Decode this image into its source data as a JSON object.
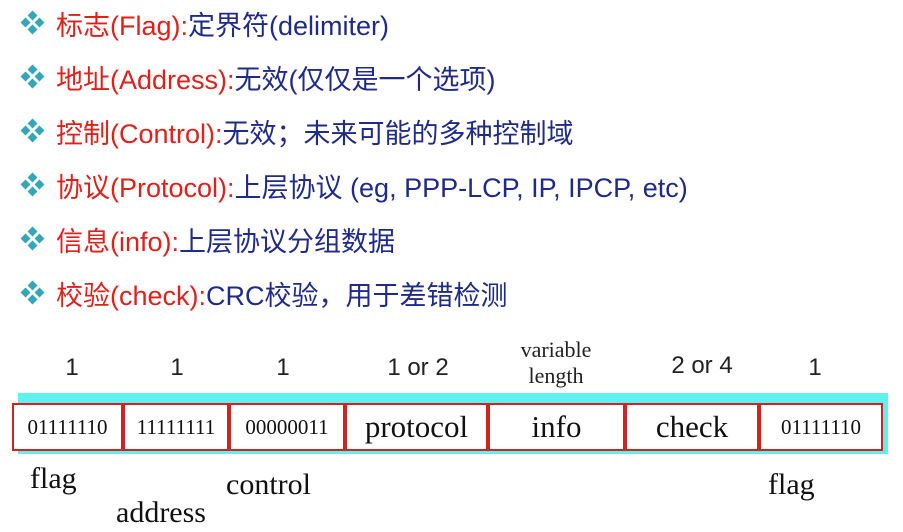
{
  "bullets": [
    {
      "term": "标志(Flag):",
      "desc": " 定界符(delimiter)"
    },
    {
      "term": "地址(Address):",
      "desc": "  无效(仅仅是一个选项)"
    },
    {
      "term": "控制(Control):",
      "desc": " 无效；未来可能的多种控制域"
    },
    {
      "term": "协议(Protocol):",
      "desc": " 上层协议 (eg, PPP-LCP, IP, IPCP, etc)"
    },
    {
      "term": "信息(info):",
      "desc": " 上层协议分组数据"
    },
    {
      "term": "校验(check):",
      "desc": "  CRC校验，用于差错检测"
    }
  ],
  "frame": {
    "sizes": [
      "1",
      "1",
      "1",
      "1 or 2",
      "variable length",
      "2 or 4",
      "1"
    ],
    "fields": [
      "01111110",
      "11111111",
      "00000011",
      "protocol",
      "info",
      "check",
      "01111110"
    ],
    "labels": {
      "flag_left": "flag",
      "address": "address",
      "control": "control",
      "flag_right": "flag"
    }
  },
  "colors": {
    "bullet_icon": "#33a6b8",
    "term": "#e0201b",
    "desc": "#1f2a8a",
    "field_border": "#d22222",
    "frame_bg": "#5ff0f0"
  }
}
